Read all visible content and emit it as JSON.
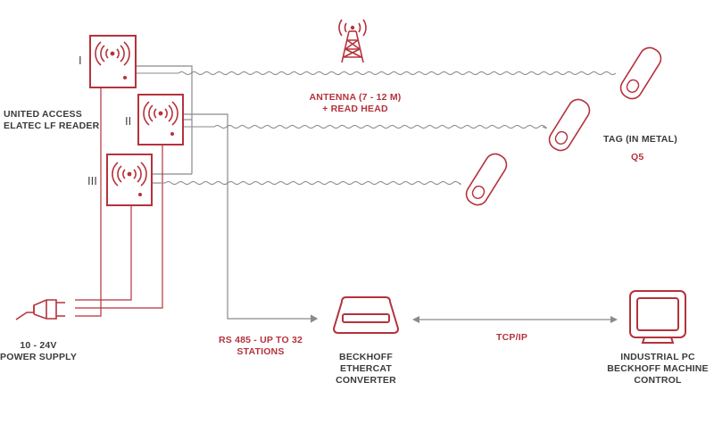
{
  "colors": {
    "accent": "#b5323c",
    "line": "#8a8a8a",
    "text": "#3b3b3b"
  },
  "readers": {
    "label_line1": "UNITED ACCESS",
    "label_line2": "ELATEC LF READER",
    "numerals": [
      "I",
      "II",
      "III"
    ]
  },
  "antenna": {
    "line1": "ANTENNA (7 - 12 M)",
    "line2": "+ READ HEAD"
  },
  "tag": {
    "label": "TAG (IN METAL)",
    "model": "Q5"
  },
  "power": {
    "line1": "10 - 24V",
    "line2": "POWER SUPPLY"
  },
  "bus": {
    "line1": "RS 485 - UP TO 32",
    "line2": "STATIONS"
  },
  "converter": {
    "line1": "BECKHOFF",
    "line2": "ETHERCAT",
    "line3": "CONVERTER"
  },
  "link": {
    "label": "TCP/IP"
  },
  "pc": {
    "line1": "INDUSTRIAL PC",
    "line2": "BECKHOFF MACHINE",
    "line3": "CONTROL"
  },
  "icons": [
    "rfid-wave-icon",
    "radio-tower-icon",
    "tag-icon",
    "power-plug-icon",
    "converter-icon",
    "monitor-icon",
    "double-arrow-icon"
  ]
}
